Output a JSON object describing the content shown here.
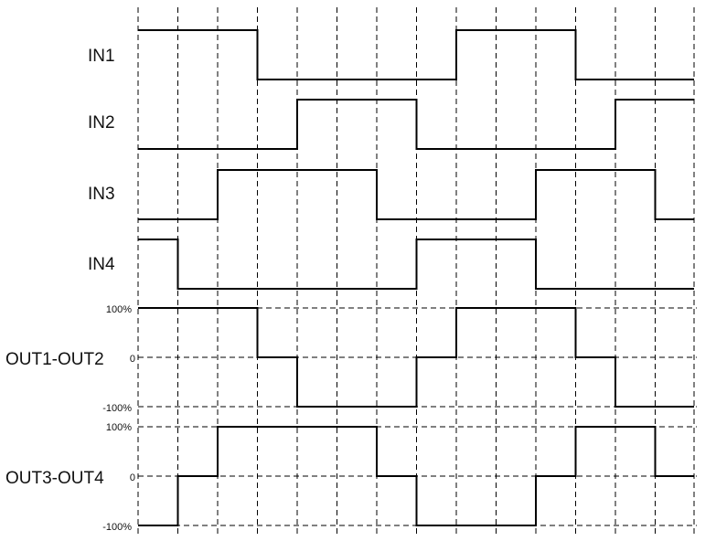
{
  "signals": [
    {
      "label": "IN1",
      "levels": [
        1,
        1,
        1,
        0,
        0,
        0,
        0,
        0,
        1,
        1,
        1,
        0,
        0,
        0
      ]
    },
    {
      "label": "IN2",
      "levels": [
        0,
        0,
        0,
        0,
        1,
        1,
        1,
        0,
        0,
        0,
        0,
        0,
        1,
        1
      ]
    },
    {
      "label": "IN3",
      "levels": [
        0,
        0,
        1,
        1,
        1,
        1,
        0,
        0,
        0,
        0,
        1,
        1,
        1,
        0
      ]
    },
    {
      "label": "IN4",
      "levels": [
        1,
        0,
        0,
        0,
        0,
        0,
        0,
        1,
        1,
        1,
        0,
        0,
        0,
        0
      ]
    }
  ],
  "outputs": [
    {
      "label": "OUT1-OUT2",
      "levels": [
        1,
        1,
        1,
        0,
        -1,
        -1,
        -1,
        0,
        1,
        1,
        1,
        0,
        -1,
        -1
      ],
      "ticks": {
        "top": "100%",
        "mid": "0",
        "bottom": "-100%"
      }
    },
    {
      "label": "OUT3-OUT4",
      "levels": [
        -1,
        0,
        1,
        1,
        1,
        1,
        0,
        -1,
        -1,
        -1,
        0,
        1,
        1,
        0
      ],
      "ticks": {
        "top": "100%",
        "mid": "0",
        "bottom": "-100%"
      }
    }
  ]
}
